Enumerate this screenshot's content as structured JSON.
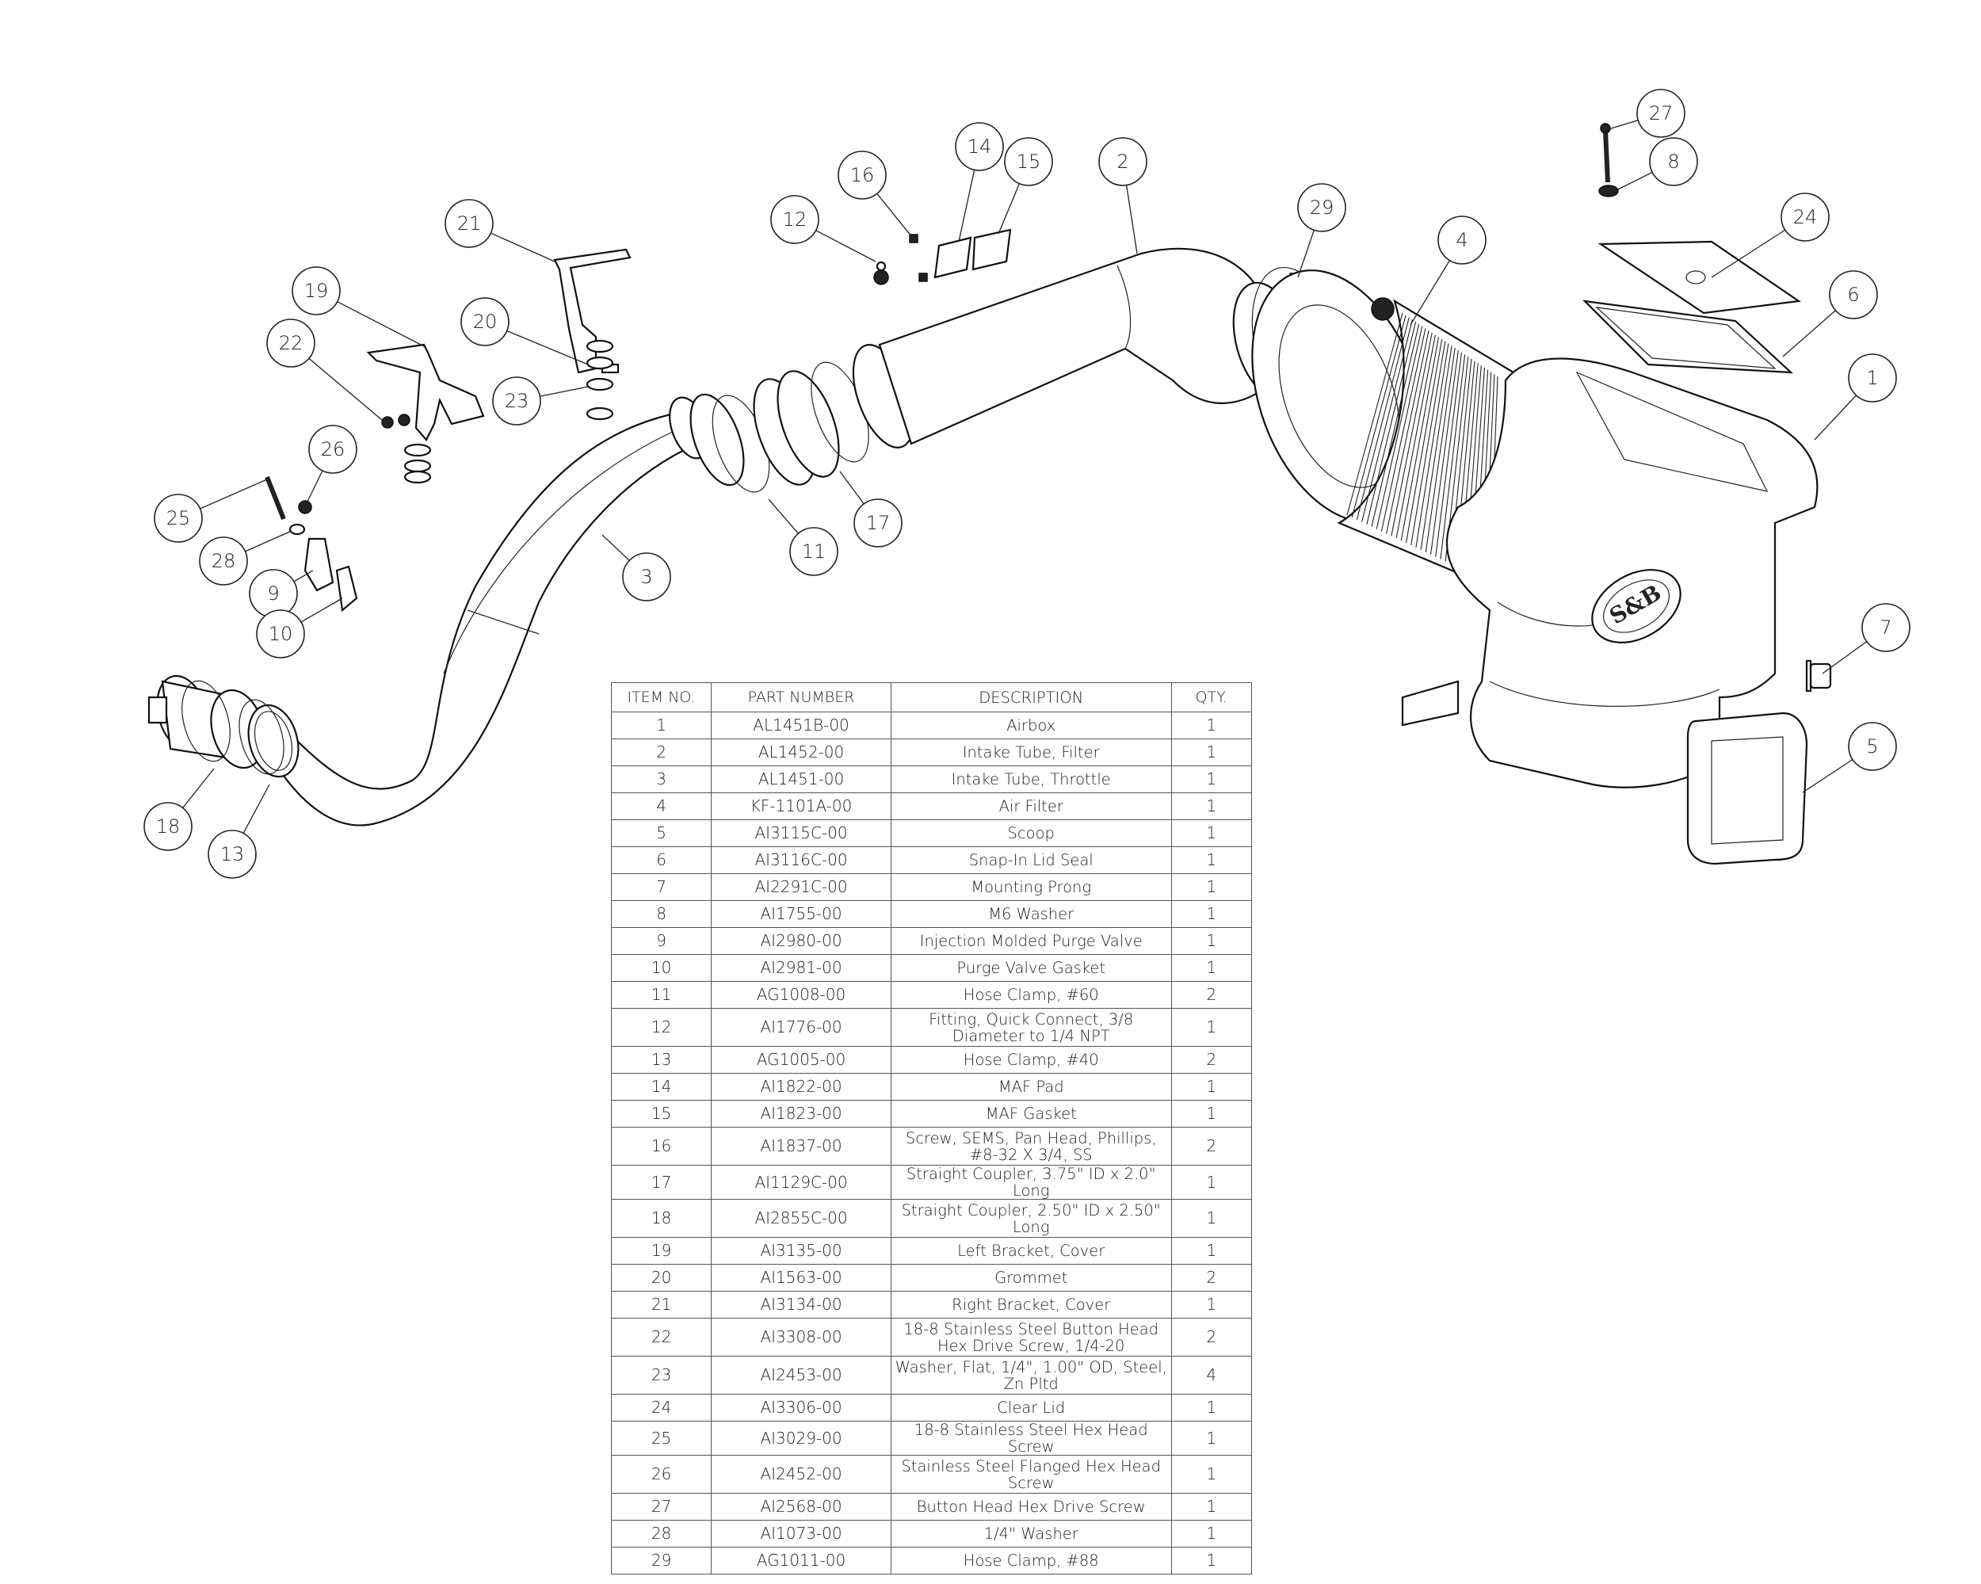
{
  "bom_table": {
    "headers": {
      "item_no": "ITEM NO.",
      "part_number": "PART NUMBER",
      "description": "DESCRIPTION",
      "qty": "QTY."
    },
    "rows": [
      {
        "item": "1",
        "part": "AL1451B-00",
        "desc": "Airbox",
        "qty": "1"
      },
      {
        "item": "2",
        "part": "AL1452-00",
        "desc": "Intake Tube, Filter",
        "qty": "1"
      },
      {
        "item": "3",
        "part": "AL1451-00",
        "desc": "Intake Tube, Throttle",
        "qty": "1"
      },
      {
        "item": "4",
        "part": "KF-1101A-00",
        "desc": "Air Filter",
        "qty": "1"
      },
      {
        "item": "5",
        "part": "AI3115C-00",
        "desc": "Scoop",
        "qty": "1"
      },
      {
        "item": "6",
        "part": "AI3116C-00",
        "desc": "Snap-In Lid Seal",
        "qty": "1"
      },
      {
        "item": "7",
        "part": "AI2291C-00",
        "desc": "Mounting Prong",
        "qty": "1"
      },
      {
        "item": "8",
        "part": "AI1755-00",
        "desc": "M6 Washer",
        "qty": "1"
      },
      {
        "item": "9",
        "part": "AI2980-00",
        "desc": "Injection Molded Purge Valve",
        "qty": "1"
      },
      {
        "item": "10",
        "part": "AI2981-00",
        "desc": "Purge Valve Gasket",
        "qty": "1"
      },
      {
        "item": "11",
        "part": "AG1008-00",
        "desc": "Hose Clamp, #60",
        "qty": "2"
      },
      {
        "item": "12",
        "part": "AI1776-00",
        "desc": "Fitting, Quick Connect, 3/8 Diameter to 1/4 NPT",
        "qty": "1"
      },
      {
        "item": "13",
        "part": "AG1005-00",
        "desc": "Hose Clamp, #40",
        "qty": "2"
      },
      {
        "item": "14",
        "part": "AI1822-00",
        "desc": "MAF Pad",
        "qty": "1"
      },
      {
        "item": "15",
        "part": "AI1823-00",
        "desc": "MAF Gasket",
        "qty": "1"
      },
      {
        "item": "16",
        "part": "AI1837-00",
        "desc": "Screw, SEMS, Pan Head, Phillips, #8-32 X 3/4, SS",
        "qty": "2"
      },
      {
        "item": "17",
        "part": "AI1129C-00",
        "desc": "Straight Coupler, 3.75\" ID x 2.0\" Long",
        "qty": "1"
      },
      {
        "item": "18",
        "part": "AI2855C-00",
        "desc": "Straight Coupler, 2.50\" ID x 2.50\" Long",
        "qty": "1"
      },
      {
        "item": "19",
        "part": "AI3135-00",
        "desc": "Left Bracket, Cover",
        "qty": "1"
      },
      {
        "item": "20",
        "part": "AI1563-00",
        "desc": "Grommet",
        "qty": "2"
      },
      {
        "item": "21",
        "part": "AI3134-00",
        "desc": "Right Bracket, Cover",
        "qty": "1"
      },
      {
        "item": "22",
        "part": "AI3308-00",
        "desc": "18-8 Stainless Steel Button Head Hex Drive Screw, 1/4-20",
        "qty": "2"
      },
      {
        "item": "23",
        "part": "AI2453-00",
        "desc": "Washer, Flat, 1/4\", 1.00\" OD, Steel, Zn Pltd",
        "qty": "4"
      },
      {
        "item": "24",
        "part": "AI3306-00",
        "desc": "Clear Lid",
        "qty": "1"
      },
      {
        "item": "25",
        "part": "AI3029-00",
        "desc": "18-8 Stainless Steel Hex Head Screw",
        "qty": "1"
      },
      {
        "item": "26",
        "part": "AI2452-00",
        "desc": "Stainless Steel Flanged Hex Head Screw",
        "qty": "1"
      },
      {
        "item": "27",
        "part": "AI2568-00",
        "desc": "Button Head Hex Drive Screw",
        "qty": "1"
      },
      {
        "item": "28",
        "part": "AI1073-00",
        "desc": "1/4\" Washer",
        "qty": "1"
      },
      {
        "item": "29",
        "part": "AG1011-00",
        "desc": "Hose Clamp, #88",
        "qty": "1"
      }
    ]
  },
  "callouts": [
    "1",
    "2",
    "3",
    "4",
    "5",
    "6",
    "7",
    "8",
    "9",
    "10",
    "11",
    "12",
    "13",
    "14",
    "15",
    "16",
    "17",
    "18",
    "19",
    "20",
    "21",
    "22",
    "23",
    "24",
    "25",
    "26",
    "27",
    "28",
    "29"
  ],
  "logo_text": "S&B"
}
